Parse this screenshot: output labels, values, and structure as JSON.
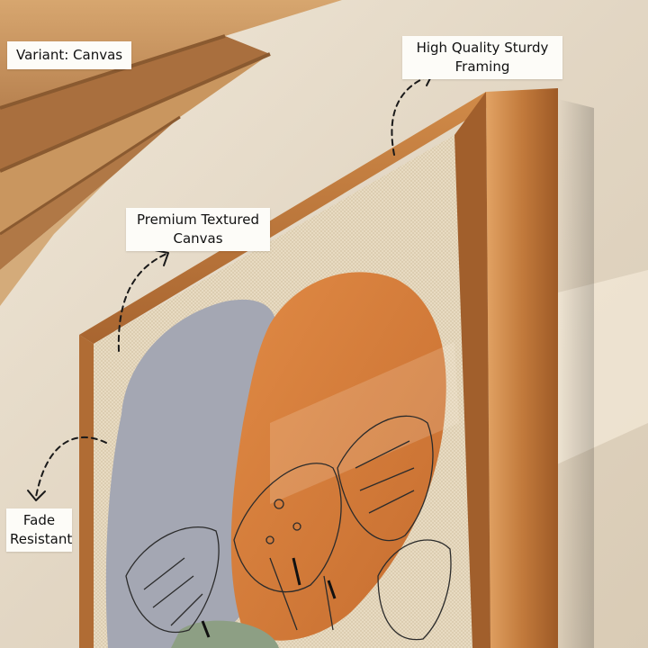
{
  "labels": {
    "variant": "Variant: Canvas",
    "framing": [
      "High Quality Sturdy",
      "Framing"
    ],
    "canvas": [
      "Premium Textured",
      "Canvas"
    ],
    "fade": [
      "Fade",
      "Resistant"
    ]
  },
  "colors": {
    "wall": "#e6dccb",
    "ceiling_wood": "#c7915a",
    "frame_wood": "#c27a3c",
    "canvas": "#e9dcc3",
    "grey_stroke": "#a4a7b3",
    "orange_stroke": "#d9823f",
    "green_accent": "#8d9f84",
    "label_bg": "#fdfcf8"
  },
  "icons": [
    "dashed-curved-arrow-icon",
    "monstera-leaf-icon"
  ]
}
